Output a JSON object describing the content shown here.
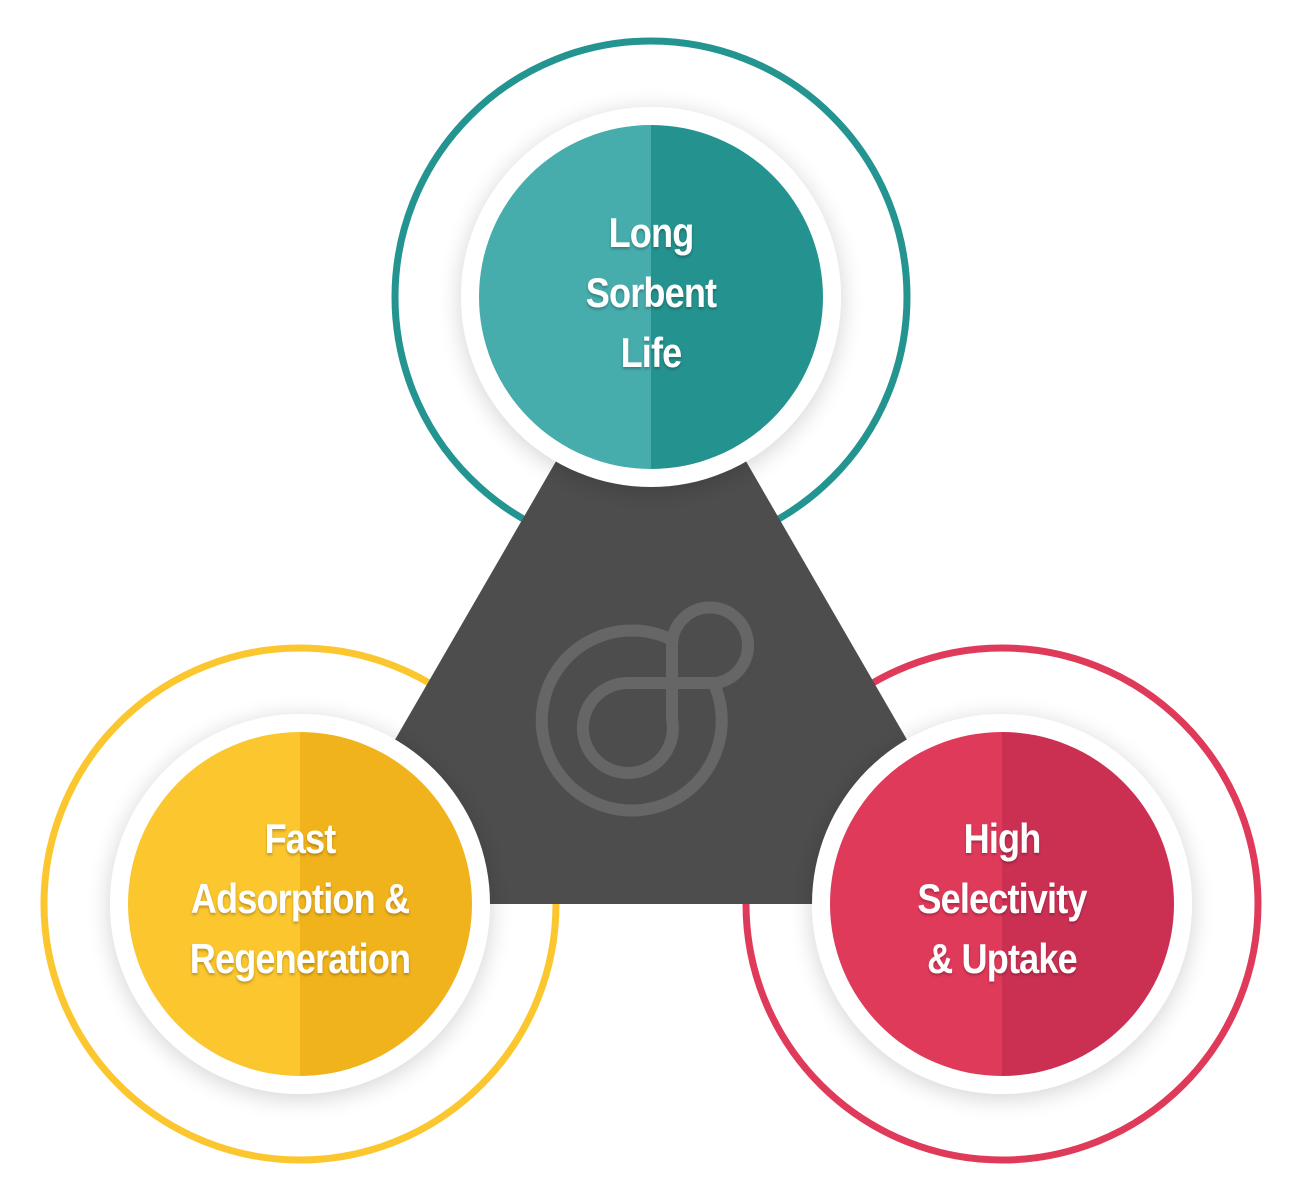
{
  "diagram": {
    "center_logo": {
      "icon": "interlocking-loop-logo-icon",
      "fill": "#4d4d4d",
      "stroke": "#666666"
    },
    "nodes": [
      {
        "id": "top",
        "lines": [
          "Long",
          "Sorbent",
          "Life"
        ],
        "ring_color": "#239490",
        "fill_light": "#47acac",
        "fill_dark": "#24928e"
      },
      {
        "id": "left",
        "lines": [
          "Fast",
          "Adsorption &",
          "Regeneration"
        ],
        "ring_color": "#fbc62e",
        "fill_light": "#fbc62e",
        "fill_dark": "#f1b31b"
      },
      {
        "id": "right",
        "lines": [
          "High",
          "Selectivity",
          "& Uptake"
        ],
        "ring_color": "#e03a5a",
        "fill_light": "#e03a5a",
        "fill_dark": "#cb3053"
      }
    ]
  }
}
